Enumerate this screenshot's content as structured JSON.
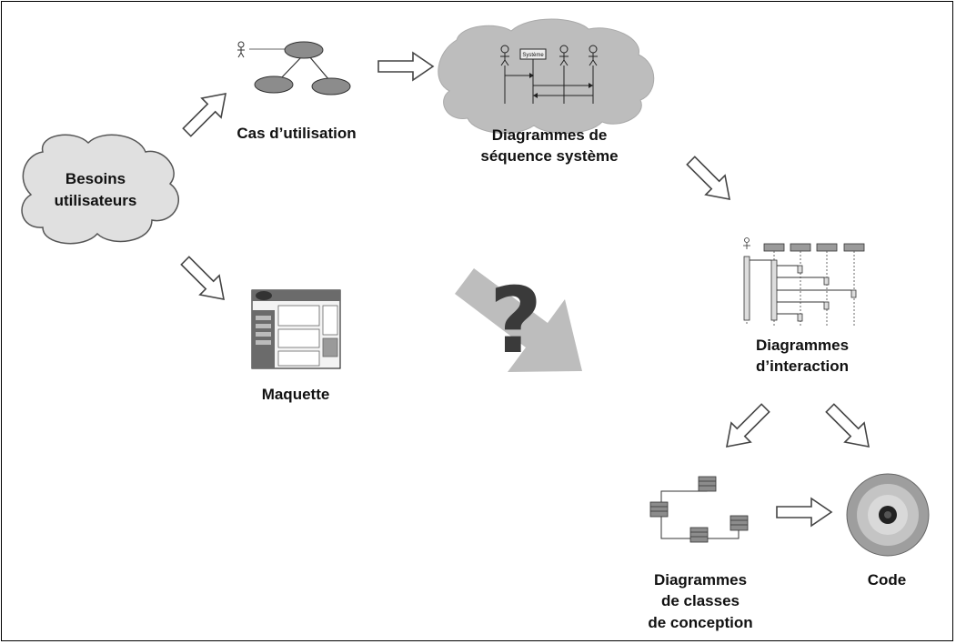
{
  "nodes": {
    "besoins": {
      "line1": "Besoins",
      "line2": "utilisateurs"
    },
    "cas": {
      "label": "Cas d’utilisation"
    },
    "seq_systeme": {
      "line1": "Diagrammes de",
      "line2": "séquence système",
      "box_label": "Système"
    },
    "maquette": {
      "label": "Maquette"
    },
    "interaction": {
      "line1": "Diagrammes",
      "line2": "d’interaction"
    },
    "classes": {
      "line1": "Diagrammes",
      "line2": "de classes",
      "line3": "de conception"
    },
    "code": {
      "label": "Code"
    },
    "question": {
      "symbol": "?"
    }
  },
  "colors": {
    "cloud_fill": "#e0e0e0",
    "cloud_stroke": "#555555",
    "ellipse_fill": "#8c8c8c",
    "big_arrow": "#bdbdbd",
    "question_mark": "#3a3a3a",
    "disc_outer": "#9e9e9e",
    "disc_inner": "#d9d9d9"
  },
  "arrows": [
    "besoins-to-cas-utilisation",
    "besoins-to-maquette",
    "cas-utilisation-to-sequence-systeme",
    "sequence-systeme-to-interaction",
    "interaction-to-classes",
    "interaction-to-code",
    "classes-to-code"
  ]
}
